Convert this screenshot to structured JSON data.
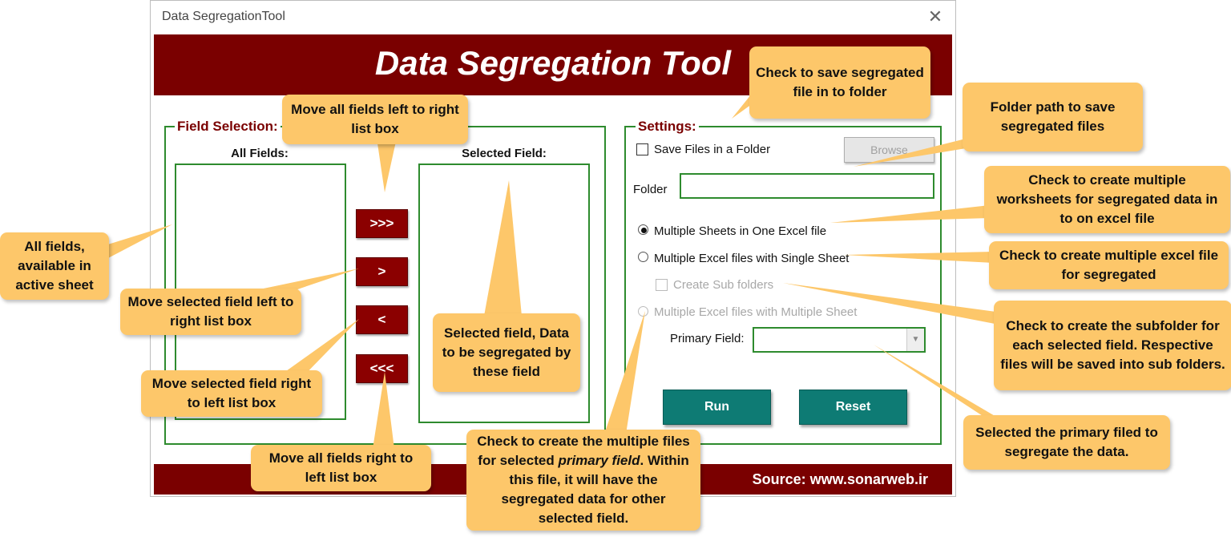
{
  "window": {
    "title": "Data SegregationTool",
    "close_glyph": "✕",
    "header_title": "Data Segregation Tool",
    "footer_source": "Source: www.sonarweb.ir"
  },
  "field_selection": {
    "frame_label": "Field Selection:",
    "all_fields_heading": "All Fields:",
    "selected_heading": "Selected Field:",
    "buttons": {
      "move_all_right": ">>>",
      "move_one_right": ">",
      "move_one_left": "<",
      "move_all_left": "<<<"
    }
  },
  "settings": {
    "frame_label": "Settings:",
    "save_in_folder_label": "Save Files in a Folder",
    "browse_label": "Browse",
    "folder_label": "Folder",
    "folder_value": "",
    "radio_multi_sheet": "Multiple Sheets in One Excel file",
    "radio_multi_file": "Multiple Excel files with Single Sheet",
    "create_sub_folders": "Create Sub folders",
    "radio_multi_multi": "Multiple Excel files with Multiple Sheet",
    "primary_field_label": "Primary Field:",
    "primary_field_value": "",
    "run_label": "Run",
    "reset_label": "Reset"
  },
  "callouts": {
    "all_fields": "All fields, available in active sheet",
    "move_all_lr": "Move all fields left to right list box",
    "move_sel_lr": "Move selected field left to right list box",
    "move_sel_rl": "Move selected field right to left list box",
    "move_all_rl": "Move all fields right to left list box",
    "selected_field": "Selected field, Data to be segregated by these field",
    "multi_primary_a": "Check to create the multiple files for selected",
    "multi_primary_em": "primary field",
    "multi_primary_b": ". Within this file, it will have the segregated data for other selected field.",
    "save_folder": "Check to save segregated file in to folder",
    "folder_path": "Folder path to save segregated files",
    "multi_sheet": "Check to create multiple worksheets for segregated data in to on excel file",
    "multi_file": "Check to create multiple excel file for segregated",
    "subfolder": "Check to create the subfolder for each selected field. Respective files will be saved into sub folders.",
    "primary": "Selected the primary filed to segregate the data."
  },
  "colors": {
    "band": "#7a0000",
    "frame_border": "#2e8b2e",
    "callout": "#fdc76a",
    "teal_button": "#0e7b74"
  }
}
